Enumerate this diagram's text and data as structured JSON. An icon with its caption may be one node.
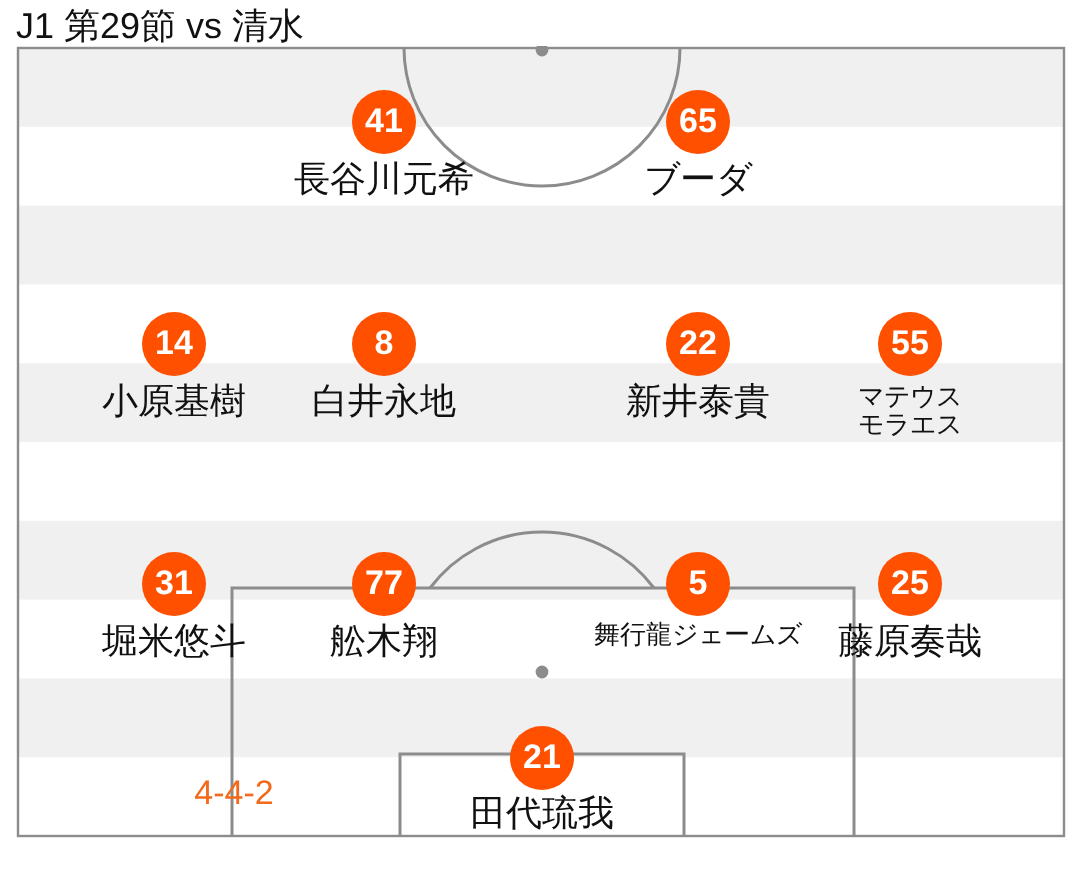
{
  "diagram": {
    "title": "J1 第29節 vs 清水",
    "nodes": [
      {
        "text": [
          "41"
        ],
        "beside": [
          "長谷川元希"
        ]
      },
      {
        "text": [
          "65"
        ],
        "beside": [
          "ブーダ"
        ]
      },
      {
        "text": [
          "14"
        ],
        "beside": [
          "小原基樹"
        ]
      },
      {
        "text": [
          "8"
        ],
        "beside": [
          "白井永地"
        ]
      },
      {
        "text": [
          "22"
        ],
        "beside": [
          "新井泰貴"
        ]
      },
      {
        "text": [
          "55"
        ],
        "beside": [
          "マテウスモラエス"
        ]
      },
      {
        "text": [
          "31"
        ],
        "beside": [
          "堀米悠斗"
        ]
      },
      {
        "text": [
          "77"
        ],
        "beside": [
          "舩木翔"
        ]
      },
      {
        "text": [
          "5"
        ],
        "beside": [
          "舞行龍ジェームズ"
        ]
      },
      {
        "text": [
          "25"
        ],
        "beside": [
          "藤原奏哉"
        ]
      },
      {
        "text": [
          "21"
        ],
        "beside": [
          "田代琉我"
        ]
      }
    ],
    "labels": [
      "4-4-2"
    ]
  }
}
